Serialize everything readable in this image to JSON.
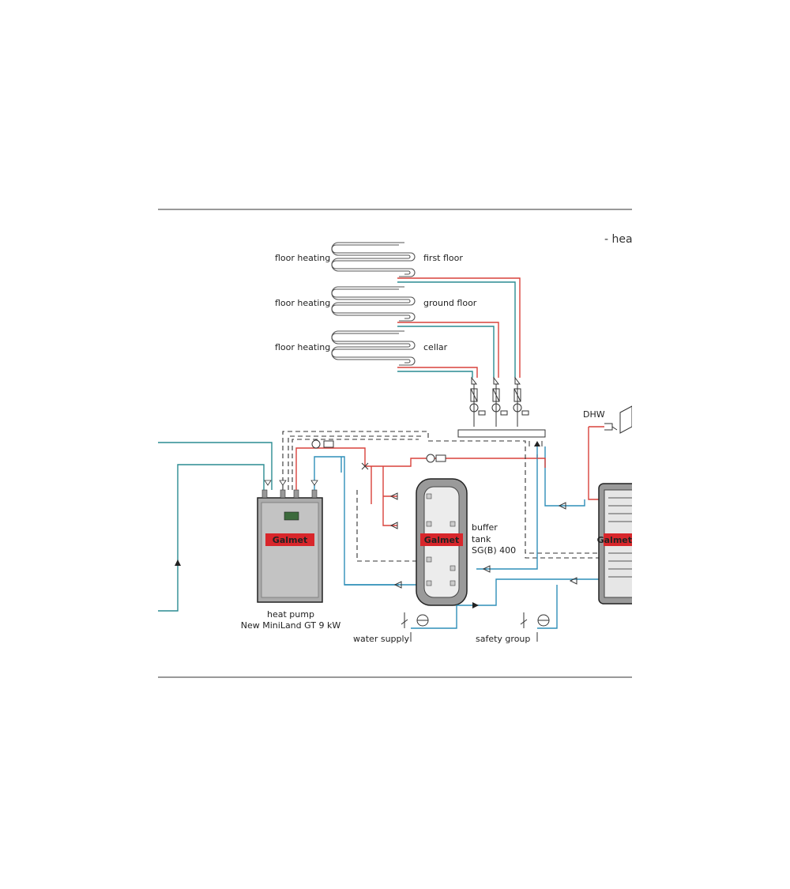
{
  "header": {
    "partial_title": "- hea"
  },
  "floors": [
    {
      "left_label": "floor heating",
      "right_label": "first floor"
    },
    {
      "left_label": "floor heating",
      "right_label": "ground floor"
    },
    {
      "left_label": "floor heating",
      "right_label": "cellar"
    }
  ],
  "components": {
    "heat_pump": {
      "brand": "Galmet",
      "label_line1": "heat pump",
      "label_line2": "New MiniLand GT 9 kW"
    },
    "buffer_tank": {
      "brand": "Galmet",
      "label_line1": "buffer",
      "label_line2": "tank",
      "label_line3": "SG(B) 400"
    },
    "dhw_tank": {
      "brand": "Galmet"
    },
    "dhw": "DHW",
    "water_supply": "water supply",
    "safety_group": "safety group"
  },
  "colors": {
    "supply": "#d9423b",
    "return": "#2f8fb8",
    "brand": "#d8262b"
  }
}
